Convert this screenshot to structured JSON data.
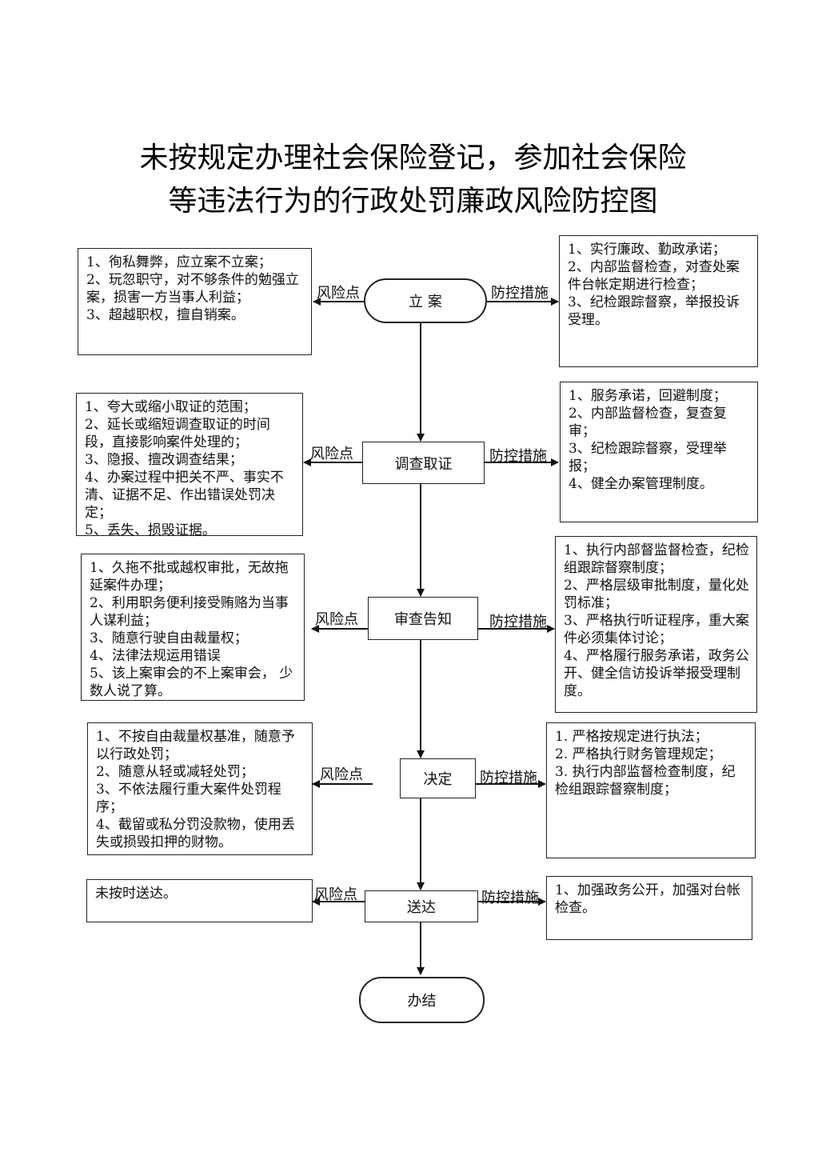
{
  "title": {
    "line1": "未按规定办理社会保险登记，参加社会保险",
    "line2": "等违法行为的行政处罚廉政风险防控图"
  },
  "connector_labels": {
    "risk": "风险点",
    "control": "防控措施"
  },
  "steps": [
    {
      "label": "立  案",
      "risks": "1、徇私舞弊，应立案不立案；\n2、玩忽职守，对不够条件的勉强立案，损害一方当事人利益；\n3、超越职权，擅自销案。",
      "controls": "1、实行廉政、勤政承诺；\n2、内部监督检查，对查处案件台帐定期进行检查；\n3、纪检跟踪督察，举报投诉受理。"
    },
    {
      "label": "调查取证",
      "risks": "1、夸大或缩小取证的范围；\n2、延长或缩短调查取证的时间段，直接影响案件处理的；\n3、隐报、擅改调查结果；\n4、办案过程中把关不严、事实不清、证据不足、作出错误处罚决定；\n5、丢失、损毁证据。",
      "controls": "1、服务承诺，回避制度；\n2、内部监督检查，复查复审；\n3、纪检跟踪督察，受理举报；\n4、健全办案管理制度。"
    },
    {
      "label": "审查告知",
      "risks": "1、久拖不批或越权审批，无故拖延案件办理；\n2、利用职务便利接受贿赂为当事人谋利益；\n3、随意行驶自由裁量权；\n4、法律法规运用错误\n5、该上案审会的不上案审会，  少数人说了算。",
      "controls": "1、执行内部督监督检查，纪检组跟踪督察制度；\n2、严格层级审批制度，量化处罚标准；\n3、严格执行听证程序，重大案件必须集体讨论；\n4、严格履行服务承诺，政务公开、健全信访投诉举报受理制度。"
    },
    {
      "label": "决定",
      "risks": "1、不按自由裁量权基准，随意予以行政处罚；\n2、随意从轻或减轻处罚；\n3、不依法履行重大案件处罚程序；\n4、截留或私分罚没款物，使用丢失或损毁扣押的财物。",
      "controls": "1. 严格按规定进行执法；\n2. 严格执行财务管理规定；\n3. 执行内部监督检查制度，纪检组跟踪督察制度；"
    },
    {
      "label": "送达",
      "risks": "未按时送达。",
      "controls": "1、加强政务公开，加强对台帐检查。"
    }
  ],
  "end_step": "办结"
}
